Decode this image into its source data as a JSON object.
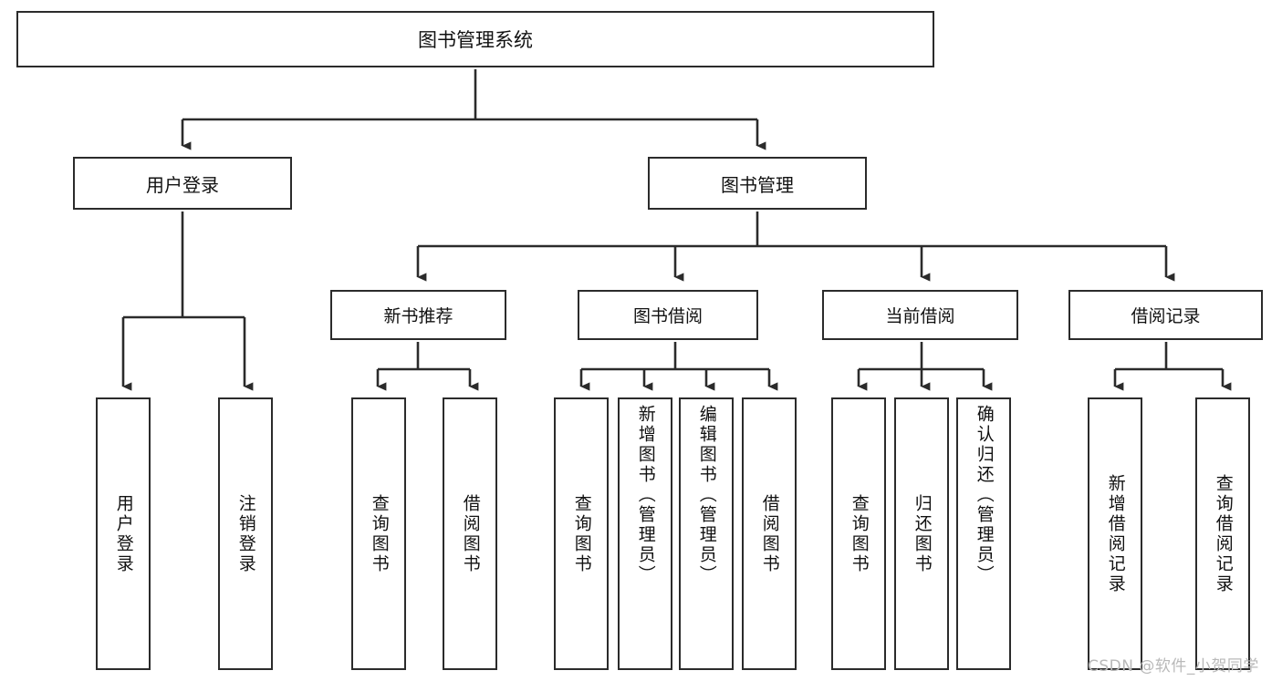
{
  "diagram": {
    "type": "tree-hierarchy-chart",
    "title": "图书管理系统",
    "root": {
      "label": "图书管理系统"
    },
    "level1": [
      {
        "label": "用户登录"
      },
      {
        "label": "图书管理"
      }
    ],
    "level2": [
      {
        "label": "新书推荐"
      },
      {
        "label": "图书借阅"
      },
      {
        "label": "当前借阅"
      },
      {
        "label": "借阅记录"
      }
    ],
    "leaves": {
      "user_login": [
        {
          "label": "用户登录"
        },
        {
          "label": "注销登录"
        }
      ],
      "new_book_recommend": [
        {
          "label": "查询图书"
        },
        {
          "label": "借阅图书"
        }
      ],
      "book_borrow": [
        {
          "label": "查询图书"
        },
        {
          "label": "新增图书（管理员）"
        },
        {
          "label": "编辑图书（管理员）"
        },
        {
          "label": "借阅图书"
        }
      ],
      "current_borrow": [
        {
          "label": "查询图书"
        },
        {
          "label": "归还图书"
        },
        {
          "label": "确认归还（管理员）"
        }
      ],
      "borrow_record": [
        {
          "label": "新增借阅记录"
        },
        {
          "label": "查询借阅记录"
        }
      ]
    },
    "watermark": "CSDN @软件_小贺同学",
    "colors": {
      "stroke": "#2b2b2b",
      "background": "#ffffff",
      "text": "#111111",
      "watermark": "#b9b9b9"
    }
  }
}
